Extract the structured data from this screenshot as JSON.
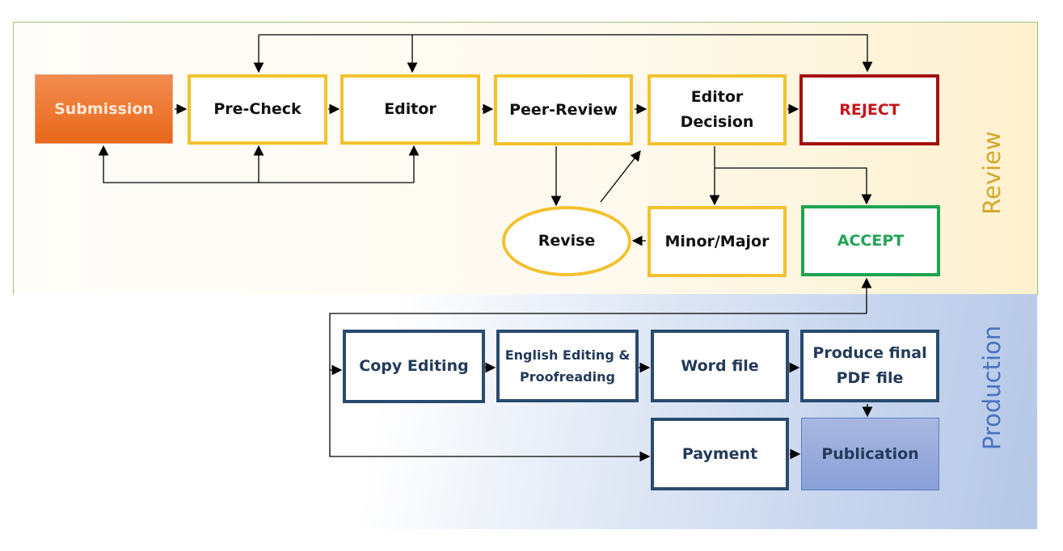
{
  "lanes": {
    "review": "Review",
    "production": "Production"
  },
  "nodes": {
    "submission": "Submission",
    "pre_check": "Pre-Check",
    "editor": "Editor",
    "peer_review": "Peer-Review",
    "editor_decision": [
      "Editor",
      "Decision"
    ],
    "reject": "REJECT",
    "revise": "Revise",
    "minor_major": "Minor/Major",
    "accept": "ACCEPT",
    "copy_editing": "Copy Editing",
    "english_editing": [
      "English Editing &",
      "Proofreading"
    ],
    "word_file": "Word file",
    "produce_pdf": [
      "Produce final",
      "PDF file"
    ],
    "payment": "Payment",
    "publication": "Publication"
  },
  "colors": {
    "review_accent": "#f2c12e",
    "production_accent": "#2a4b6f",
    "submission": "#ee7a35",
    "reject": "#a50f0f",
    "accept": "#1ea351",
    "publication": "#9aabdc",
    "review_label": "#d4a72c",
    "production_label": "#4a72bf"
  },
  "edges": [
    {
      "from": "submission",
      "to": "pre_check"
    },
    {
      "from": "pre_check",
      "to": "editor"
    },
    {
      "from": "editor",
      "to": "peer_review"
    },
    {
      "from": "peer_review",
      "to": "editor_decision"
    },
    {
      "from": "editor_decision",
      "to": "reject"
    },
    {
      "from": "pre_check",
      "to": "reject"
    },
    {
      "from": "editor",
      "to": "reject"
    },
    {
      "from": "pre_check",
      "to": "submission"
    },
    {
      "from": "editor",
      "to": "submission"
    },
    {
      "from": "peer_review",
      "to": "revise"
    },
    {
      "from": "revise",
      "to": "editor_decision"
    },
    {
      "from": "editor_decision",
      "to": "minor_major"
    },
    {
      "from": "editor_decision",
      "to": "accept"
    },
    {
      "from": "minor_major",
      "to": "revise"
    },
    {
      "from": "accept",
      "to": "copy_editing"
    },
    {
      "from": "accept",
      "to": "payment"
    },
    {
      "from": "copy_editing",
      "to": "english_editing"
    },
    {
      "from": "english_editing",
      "to": "word_file"
    },
    {
      "from": "word_file",
      "to": "produce_pdf"
    },
    {
      "from": "produce_pdf",
      "to": "publication"
    },
    {
      "from": "payment",
      "to": "publication"
    }
  ]
}
